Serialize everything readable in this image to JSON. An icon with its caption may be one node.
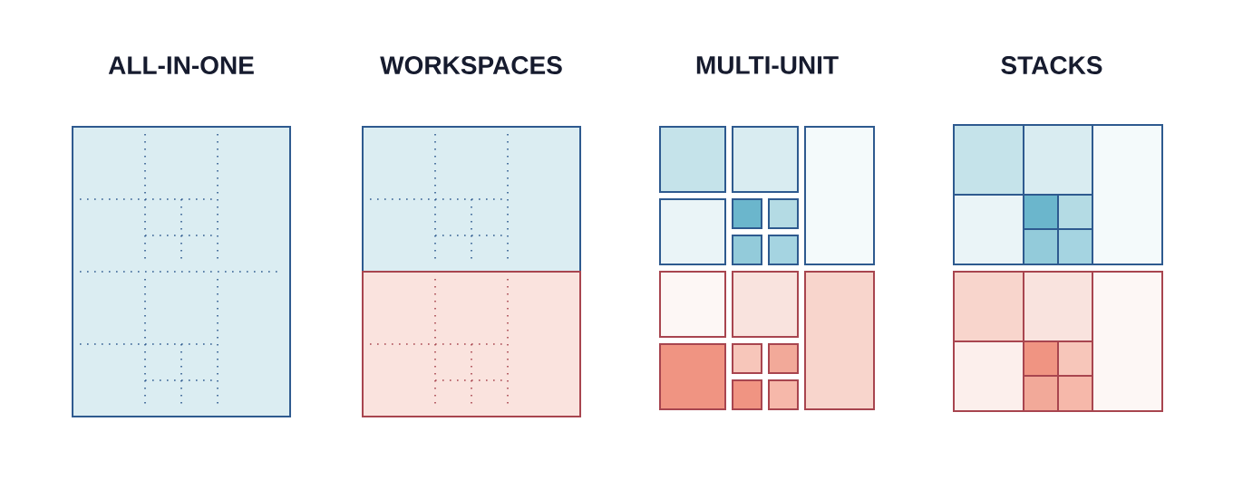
{
  "diagram": {
    "labels": [
      "ALL-IN-ONE",
      "WORKSPACES",
      "MULTI-UNIT",
      "STACKS"
    ]
  }
}
